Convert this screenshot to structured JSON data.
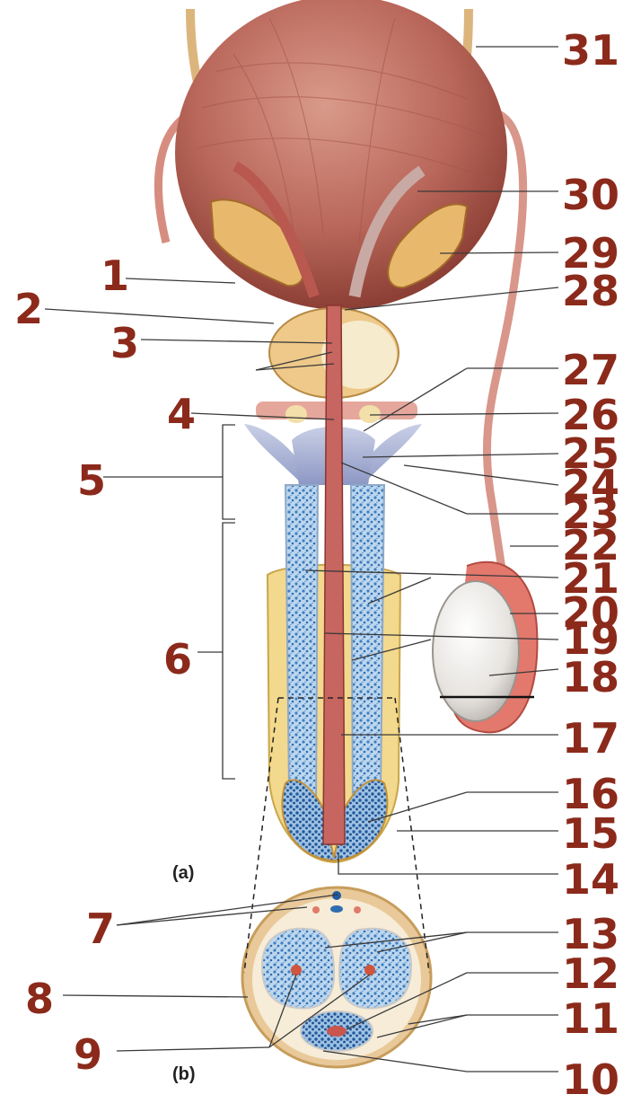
{
  "labels": [
    "1",
    "2",
    "3",
    "4",
    "5",
    "6",
    "7",
    "8",
    "9",
    "10",
    "11",
    "12",
    "13",
    "14",
    "15",
    "16",
    "17",
    "18",
    "19",
    "20",
    "21",
    "22",
    "23",
    "24",
    "25",
    "26",
    "27",
    "28",
    "29",
    "30",
    "31"
  ],
  "sublabels": {
    "a": "(a)",
    "b": "(b)"
  }
}
